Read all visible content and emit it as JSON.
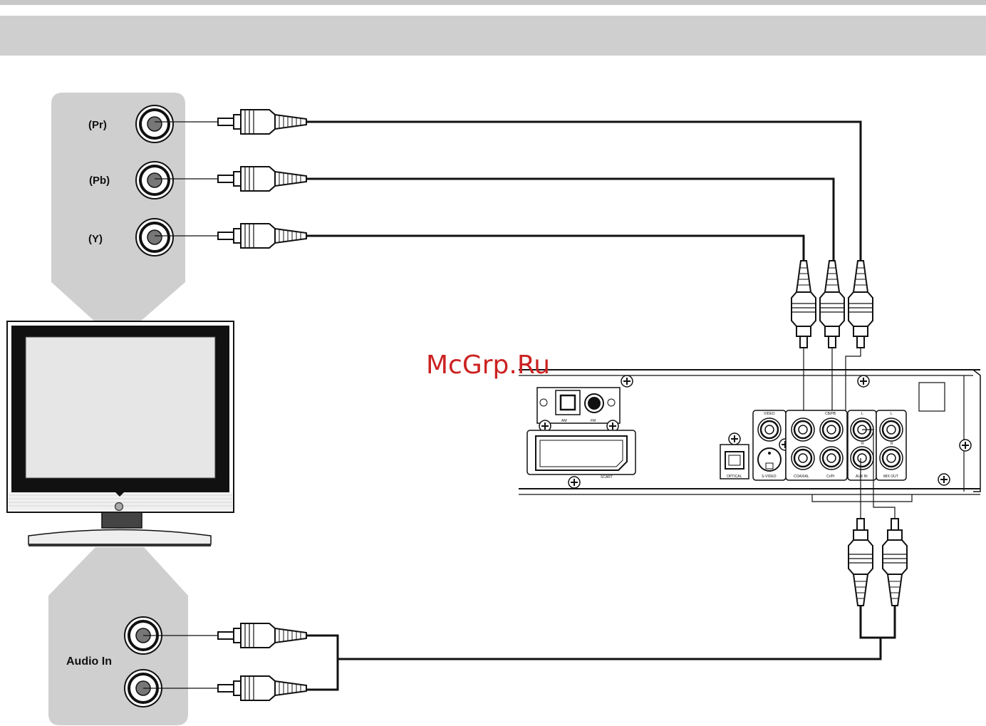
{
  "header": {
    "band_color": "#c8c8c8",
    "bar_color": "#cfcfcf"
  },
  "tv_panel": {
    "component_labels": [
      "(Pr)",
      "(Pb)",
      "(Y)"
    ],
    "audio_label": "Audio In"
  },
  "player_panel": {
    "labels": {
      "am": "AM",
      "fm": "FM",
      "scart": "SCART",
      "optical": "OPTICAL",
      "video": "VIDEO",
      "svideo": "S-VIDEO",
      "coaxial": "COAXIAL",
      "cb_pb": "CB/PB",
      "cr_pr": "Cr/Pr",
      "aux_in": "AUX IN",
      "mix_out": "MIX OUT",
      "l": "L",
      "r": "R"
    }
  },
  "watermark": "McGrp.Ru",
  "colors": {
    "panel": "#cfcfcf",
    "cable": "#111111",
    "watermark": "#cc2222"
  }
}
